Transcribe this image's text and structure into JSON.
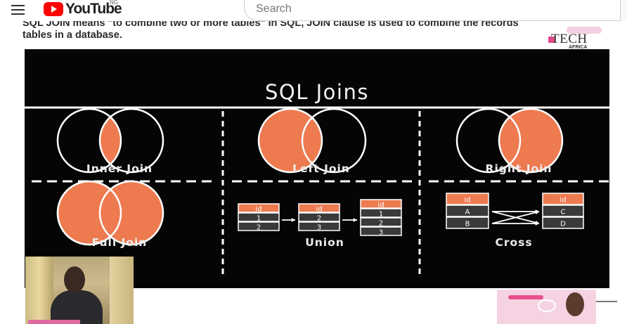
{
  "header": {
    "logo_text": "YouTube",
    "region": "NG",
    "search_placeholder": "Search",
    "menu_icon": "hamburger-menu-icon"
  },
  "slide": {
    "top_line": "SQL JOIN means \"to combine two or more tables\" In SQL, JOIN clause is used to combine the records from two",
    "second_line": "tables in a database.",
    "badge_tech": "TECH",
    "badge_africa": "AFRICA"
  },
  "diagram": {
    "title": "SQL Joins",
    "labels": {
      "inner": "Inner Join",
      "left": "Left Join",
      "right": "Right Join",
      "full": "Full Join",
      "union": "Union",
      "cross": "Cross"
    },
    "union": {
      "table1_header": "id",
      "table1_rows": [
        "1",
        "2"
      ],
      "table2_header": "id",
      "table2_rows": [
        "2",
        "3"
      ],
      "result_header": "id",
      "result_rows": [
        "1",
        "2",
        "3"
      ]
    },
    "cross": {
      "left_header": "id",
      "left_rows": [
        "A",
        "B"
      ],
      "right_header": "id",
      "right_rows": [
        "C",
        "D"
      ]
    },
    "colors": {
      "fill": "#ee7a50",
      "stroke": "#ffffff",
      "background": "#050505",
      "table_header": "#ee7a50",
      "table_row": "#3a3a3a"
    }
  }
}
